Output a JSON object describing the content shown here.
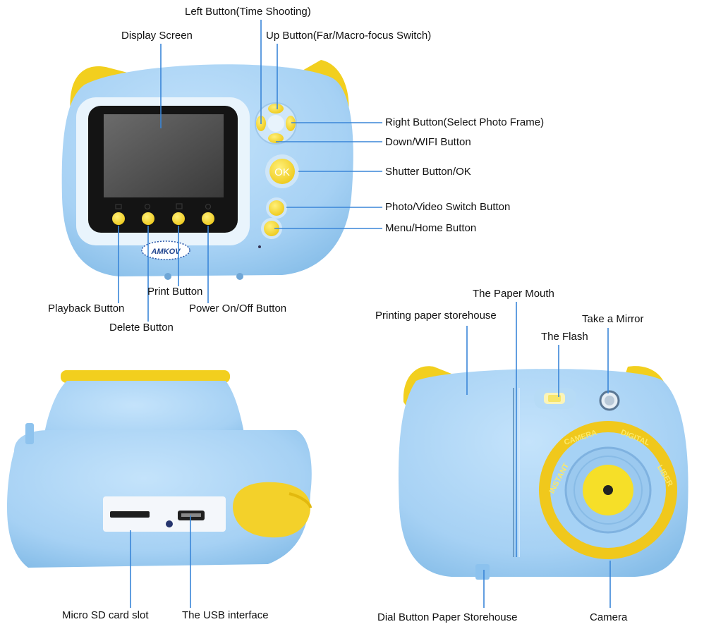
{
  "front": {
    "brand_logo": "AMKOV",
    "ok_label": "OK",
    "labels": {
      "left_button": "Left Button(Time Shooting)",
      "display_screen": "Display Screen",
      "up_button": "Up Button(Far/Macro-focus Switch)",
      "right_button": "Right Button(Select Photo Frame)",
      "down_button": "Down/WIFI Button",
      "shutter_button": "Shutter Button/OK",
      "photo_video_button": "Photo/Video Switch Button",
      "menu_home_button": "Menu/Home Button",
      "print_button": "Print Button",
      "playback_button": "Playback Button",
      "power_button": "Power On/Off Button",
      "delete_button": "Delete Button"
    }
  },
  "side": {
    "labels": {
      "micro_sd_slot": "Micro SD card slot",
      "usb_interface": "The USB interface"
    }
  },
  "back": {
    "lens_ring_text": [
      "INSTANT",
      "CAMERA",
      "DIGITAL",
      "LIBER"
    ],
    "labels": {
      "paper_mouth": "The Paper Mouth",
      "paper_storehouse": "Printing paper storehouse",
      "take_mirror": "Take a Mirror",
      "flash": "The Flash",
      "dial_button": "Dial Button Paper Storehouse",
      "camera": "Camera"
    }
  },
  "colors": {
    "body_blue": "#a9d4f5",
    "body_blue_dark": "#85bde8",
    "accent_yellow": "#f6dc2a",
    "leader_line": "#3a86d8"
  }
}
